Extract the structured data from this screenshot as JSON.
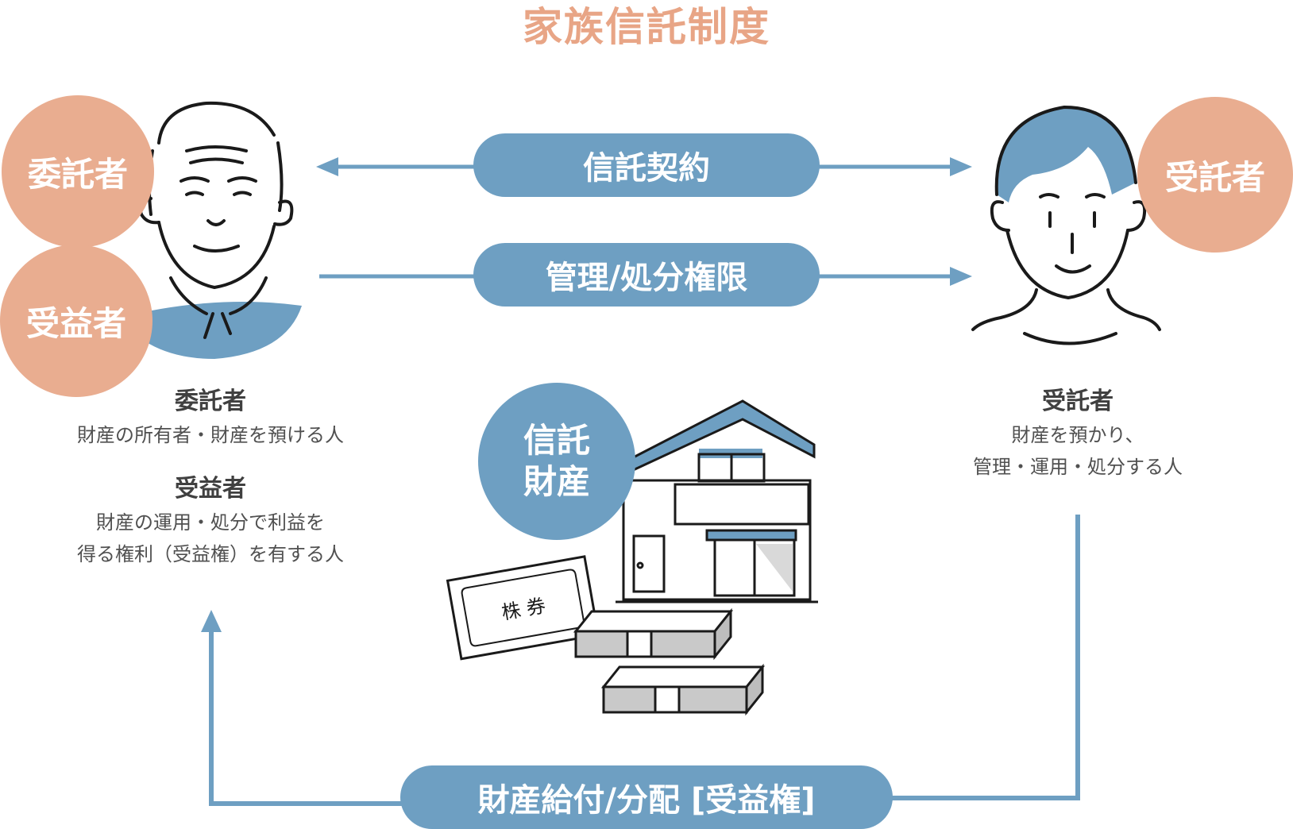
{
  "title": "家族信託制度",
  "settlor_badge": "委託者",
  "beneficiary_badge": "受益者",
  "trustee_badge": "受託者",
  "trust_property_badge": [
    "信託",
    "財産"
  ],
  "arrows": {
    "contract": "信託契約",
    "authority": "管理/処分権限",
    "benefit": "財産給付/分配 [受益権]"
  },
  "left_desc": {
    "settlor_title": "委託者",
    "settlor_text": "財産の所有者・財産を預ける人",
    "beneficiary_title": "受益者",
    "beneficiary_text_1": "財産の運用・処分で利益を",
    "beneficiary_text_2": "得る権利（受益権）を有する人"
  },
  "right_desc": {
    "trustee_title": "受託者",
    "trustee_text_1": "財産を預かり、",
    "trustee_text_2": "管理・運用・処分する人"
  },
  "stock_certificate_label": "株 券",
  "colors": {
    "blue": "#6e9fc2",
    "peach": "#e9ad90",
    "title": "#e8a586"
  }
}
